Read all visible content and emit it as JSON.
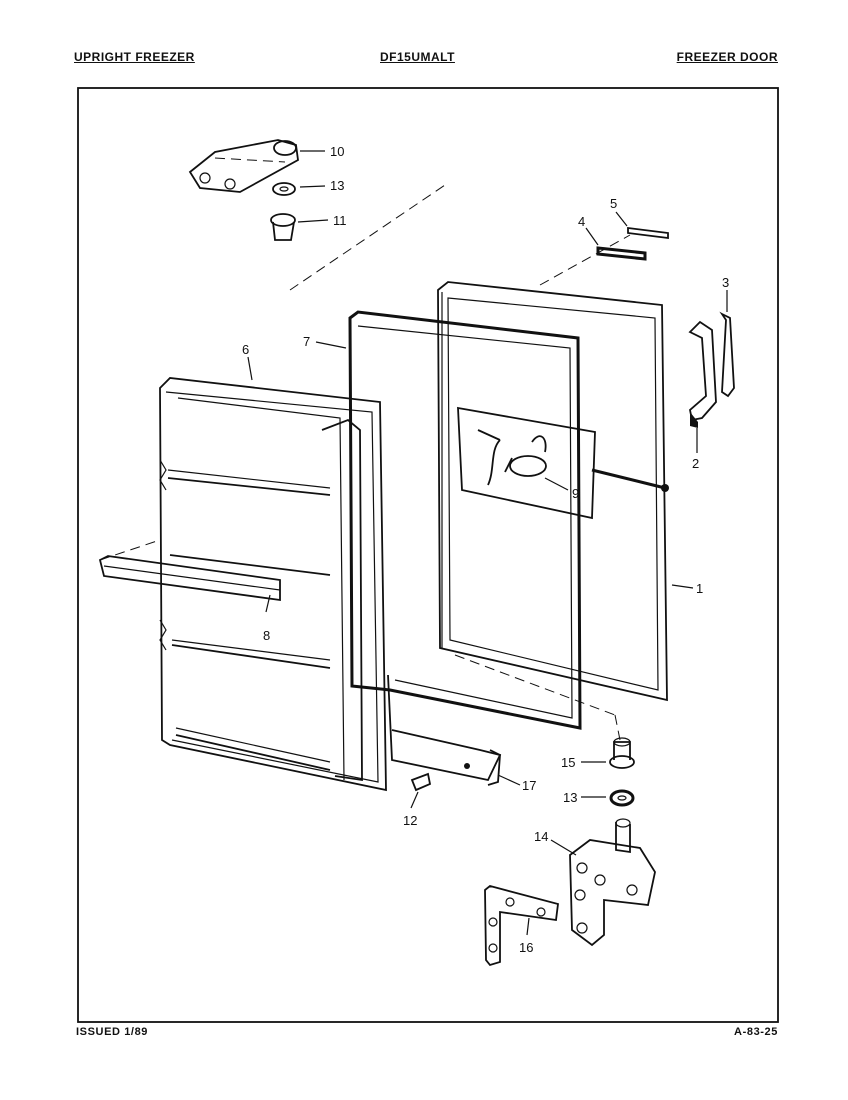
{
  "header": {
    "left": "UPRIGHT FREEZER",
    "center": "DF15UMALT",
    "right": "FREEZER DOOR"
  },
  "footer": {
    "left": "ISSUED 1/89",
    "right": "A-83-25"
  },
  "callouts": {
    "c1": "1",
    "c2": "2",
    "c3": "3",
    "c4": "4",
    "c5": "5",
    "c6": "6",
    "c7": "7",
    "c8": "8",
    "c9": "9",
    "c10": "10",
    "c11": "11",
    "c12": "12",
    "c13a": "13",
    "c13b": "13",
    "c14": "14",
    "c15": "15",
    "c16": "16",
    "c17": "17"
  }
}
